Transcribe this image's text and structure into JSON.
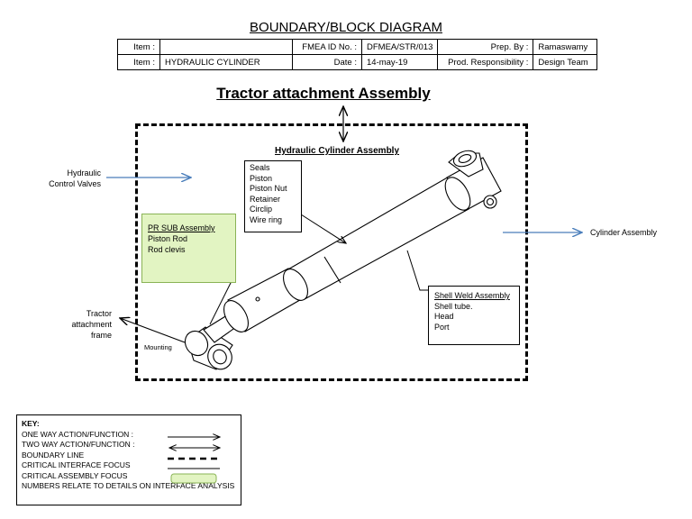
{
  "header": {
    "title": "BOUNDARY/BLOCK DIAGRAM",
    "rows": [
      {
        "item_label": "Item :",
        "item_value": "",
        "fmea_label": "FMEA ID No. :",
        "fmea_value": "DFMEA/STR/013",
        "prep_label": "Prep. By :",
        "prep_value": "Ramaswamy"
      },
      {
        "item_label": "Item :",
        "item_value": "HYDRAULIC CYLINDER",
        "date_label": "Date :",
        "date_value": "14-may-19",
        "resp_label": "Prod. Responsibility :",
        "resp_value": "Design Team"
      }
    ]
  },
  "diagram": {
    "title": "Tractor attachment Assembly",
    "hydraulic_inputs": [
      "Hydraulic",
      "Control Valves"
    ],
    "cylinder_assembly_label": "Cylinder Assembly",
    "tractor_frame": [
      "Tractor",
      "attachment",
      "frame"
    ],
    "mounting_label": "Mounting",
    "hca_title": "Hydraulic Cylinder Assembly",
    "hca_items": [
      "Seals",
      "Piston",
      "Piston Nut",
      "Retainer",
      "Circlip",
      "Wire ring"
    ],
    "pr_sub": {
      "title": "PR SUB Assembly",
      "items": [
        "Piston Rod",
        "Rod clevis"
      ]
    },
    "shell_weld": {
      "title": "Shell Weld Assembly",
      "items": [
        "Shell tube.",
        "Head",
        "Port"
      ]
    }
  },
  "key": {
    "title": "KEY:",
    "one_way": "ONE WAY ACTION/FUNCTION :",
    "two_way": "TWO WAY ACTION/FUNCTION :",
    "boundary": "BOUNDARY LINE",
    "interface": "CRITICAL INTERFACE FOCUS",
    "assembly": "CRITICAL ASSEMBLY FOCUS",
    "numbers": "NUMBERS RELATE TO DETAILS ON INTERFACE ANALYSIS"
  }
}
